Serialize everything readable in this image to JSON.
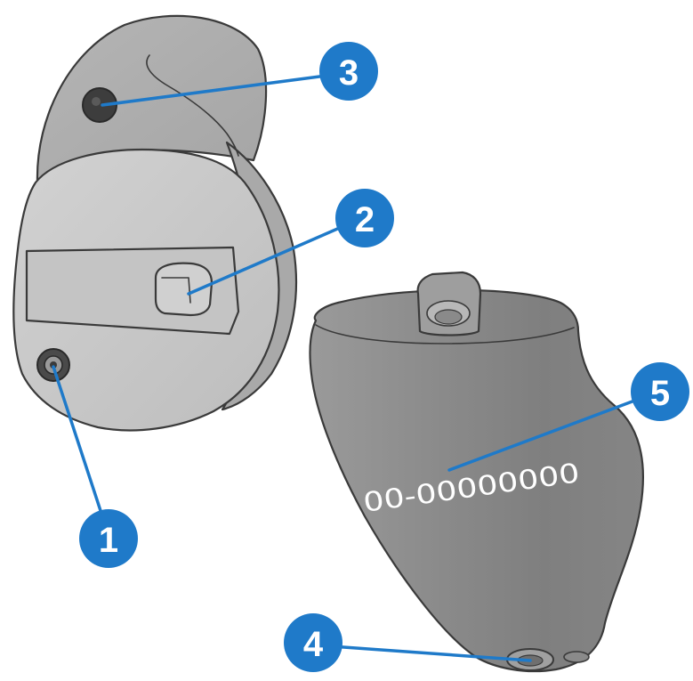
{
  "serial_number": "00-00000000",
  "callouts": [
    {
      "id": 1,
      "label": "1"
    },
    {
      "id": 2,
      "label": "2"
    },
    {
      "id": 3,
      "label": "3"
    },
    {
      "id": 4,
      "label": "4"
    },
    {
      "id": 5,
      "label": "5"
    }
  ],
  "colors": {
    "callout_fill": "#1f7ac9",
    "leader_line": "#1f7ac9",
    "shell_light": "#c8c8c8",
    "shell_mid": "#b3b3b3",
    "shell_dark": "#8e8e8e",
    "outline": "#3a3a3a"
  }
}
